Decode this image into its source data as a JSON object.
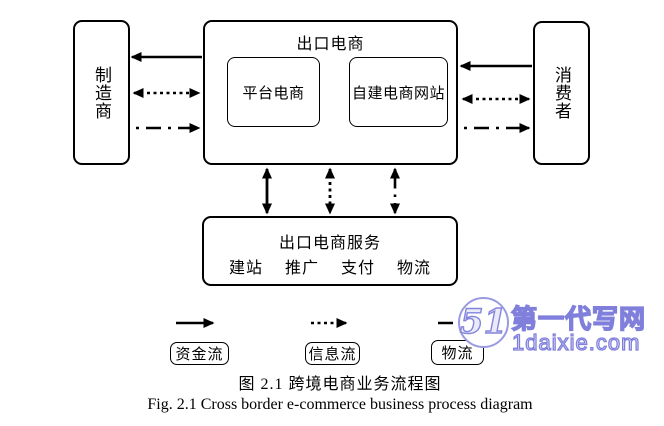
{
  "diagram": {
    "manufacturer": "制造商",
    "export_ecommerce": "出口电商",
    "platform_ecommerce": "平台电商",
    "self_built_site": "自建电商网站",
    "consumer": "消费者",
    "services": {
      "title": "出口电商服务",
      "items": [
        "建站",
        "推广",
        "支付",
        "物流"
      ]
    }
  },
  "legend": [
    {
      "label": "资金流",
      "style": "solid-arrow"
    },
    {
      "label": "信息流",
      "style": "dotted-arrow"
    },
    {
      "label": "物流",
      "style": "dash-dot-arrow"
    }
  ],
  "watermark": {
    "logo": "51",
    "site_name": "第一代写网",
    "site_url": "1daixie.com",
    "color": "#8080dc"
  },
  "caption": {
    "zh": "图 2.1  跨境电商业务流程图",
    "en": "Fig. 2.1 Cross border e-commerce business process diagram"
  },
  "colors": {
    "line": "#000000",
    "background": "#ffffff"
  }
}
